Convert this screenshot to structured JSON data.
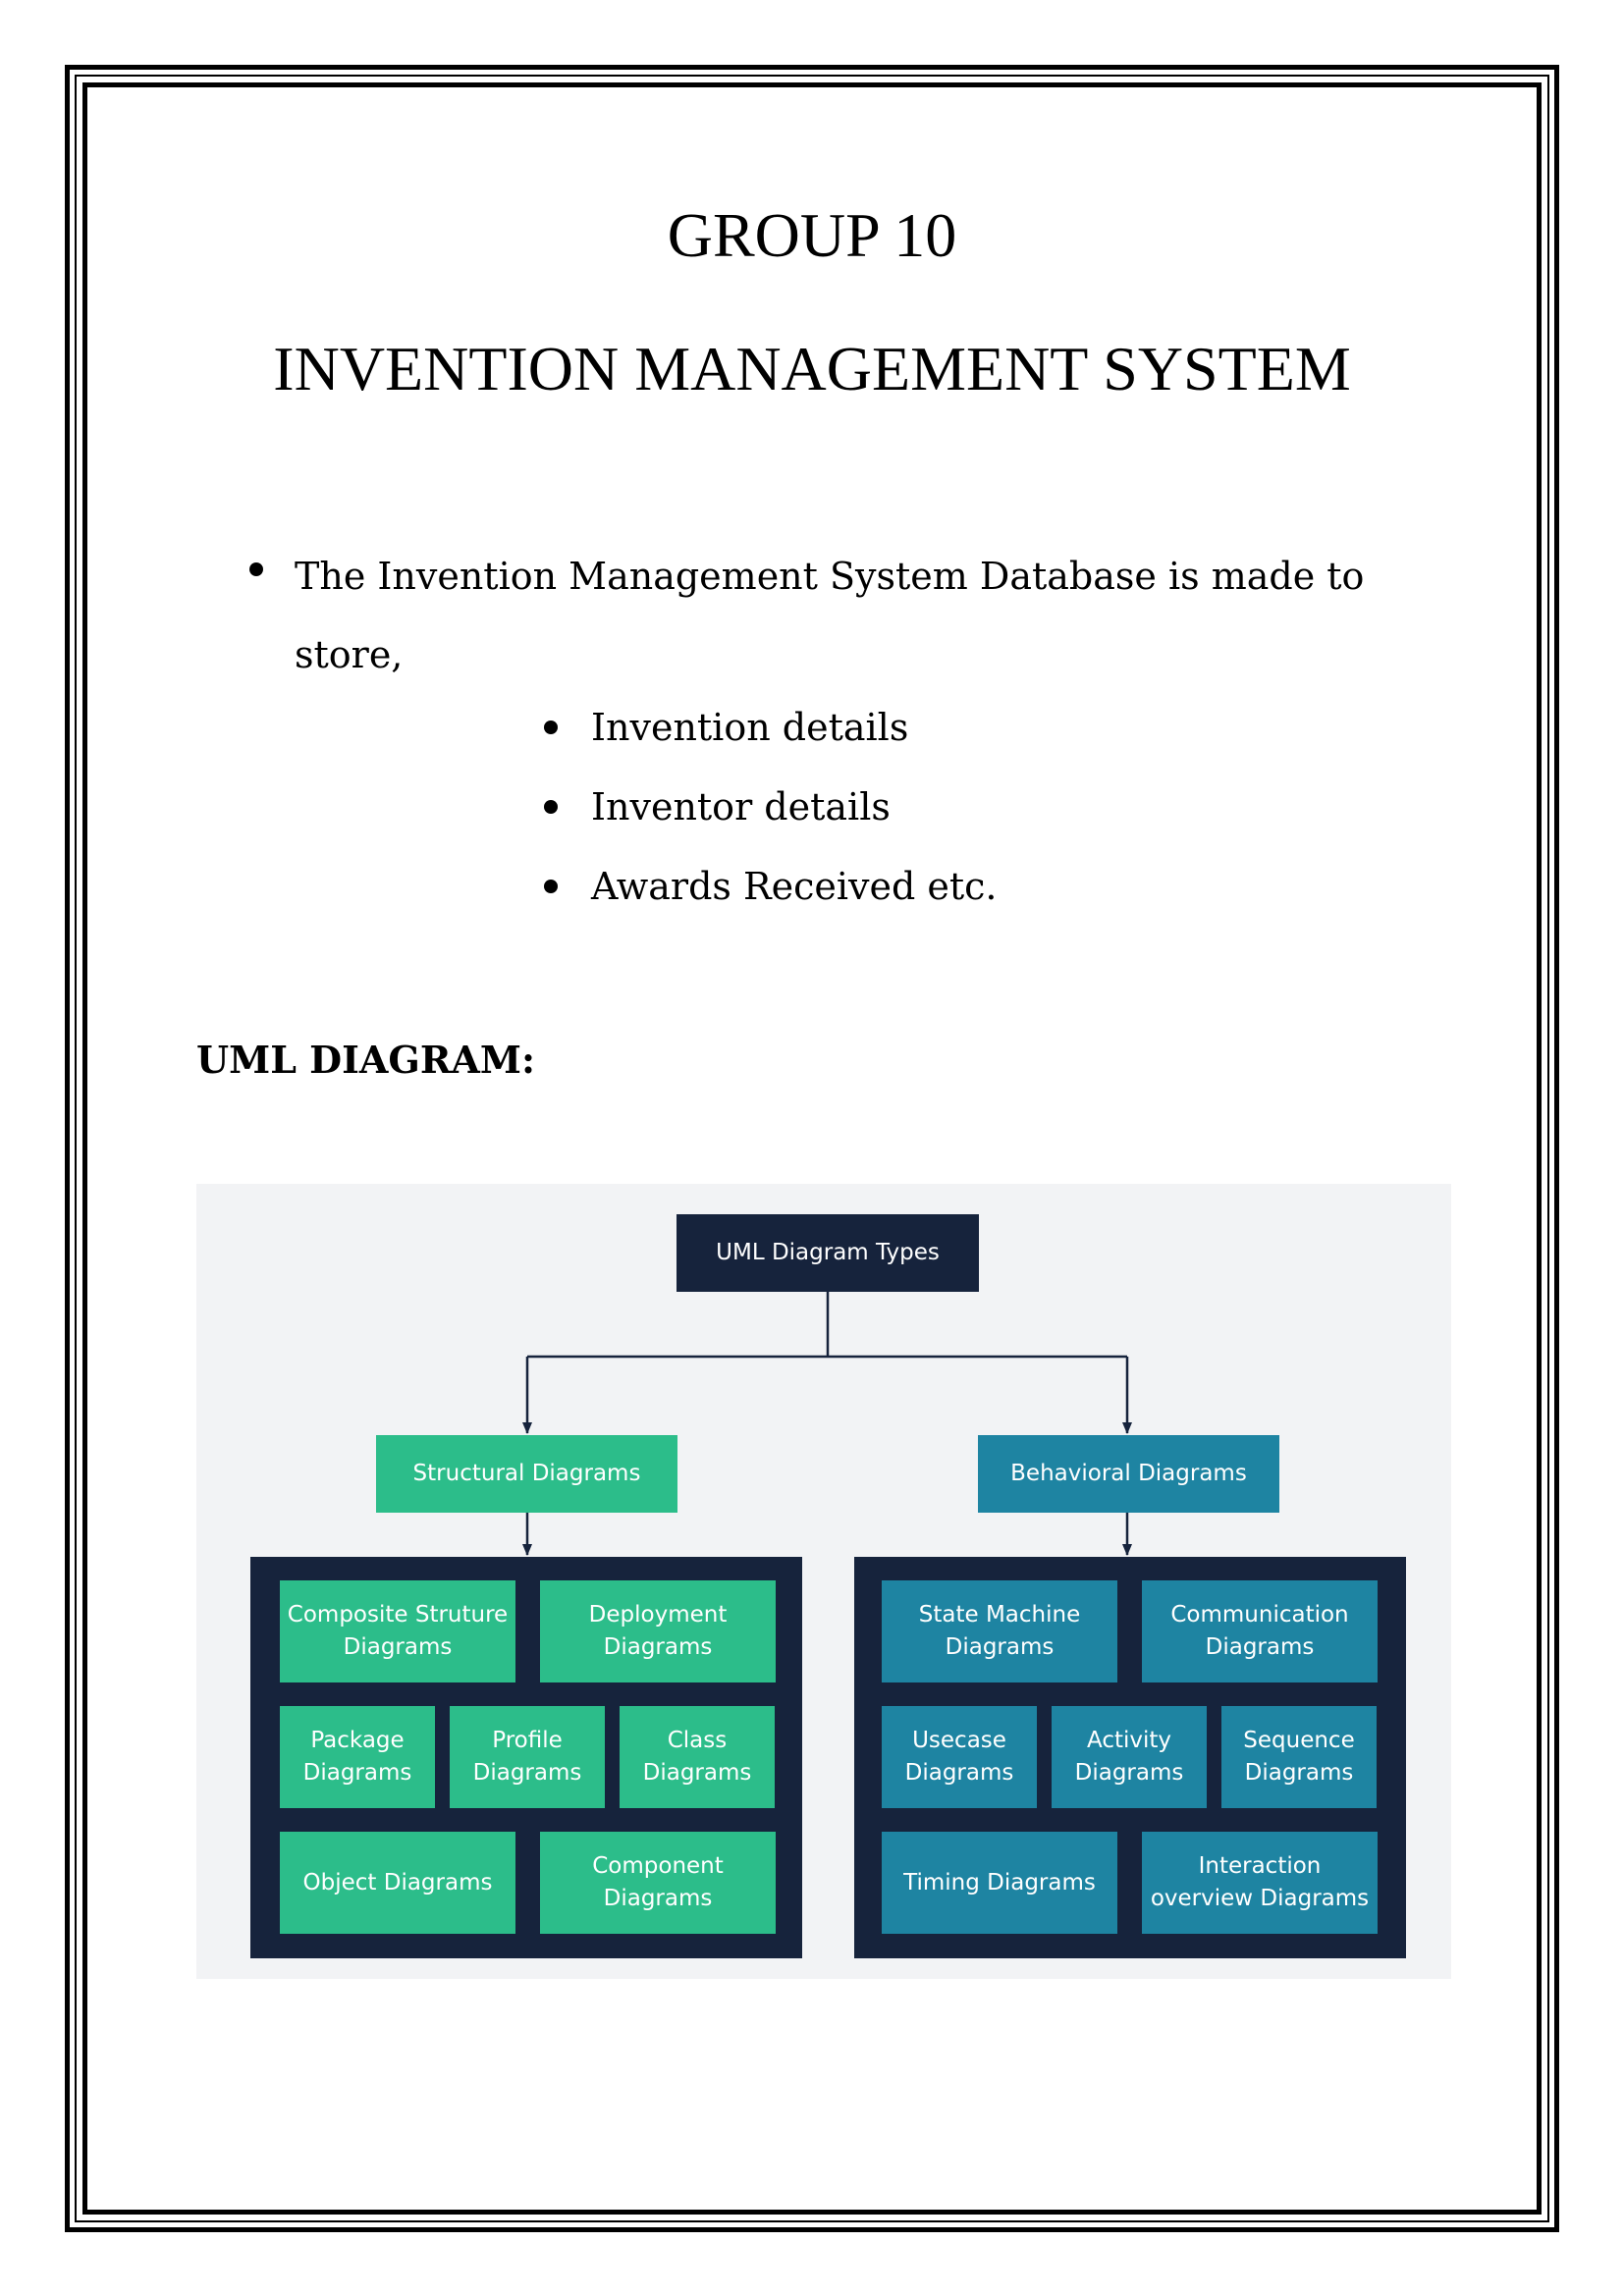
{
  "document": {
    "title_line1": "GROUP 10",
    "title_line2": "INVENTION MANAGEMENT SYSTEM",
    "intro_text": "The Invention Management System Database is made to store,",
    "stored_items": [
      "Invention details",
      "Inventor details",
      "Awards Received etc."
    ],
    "section_heading": "UML DIAGRAM:"
  },
  "diagram": {
    "root": "UML Diagram Types",
    "structural": {
      "label": "Structural Diagrams",
      "items": [
        "Composite Struture Diagrams",
        "Deployment Diagrams",
        "Package Diagrams",
        "Profile Diagrams",
        "Class Diagrams",
        "Object Diagrams",
        "Component Diagrams"
      ]
    },
    "behavioral": {
      "label": "Behavioral Diagrams",
      "items": [
        "State Machine Diagrams",
        "Communication Diagrams",
        "Usecase Diagrams",
        "Activity Diagrams",
        "Sequence Diagrams",
        "Timing Diagrams",
        "Interaction overview Diagrams"
      ]
    },
    "colors": {
      "dark": "#16233c",
      "structural": "#2cbd8a",
      "behavioral": "#1e84a2",
      "background": "#f2f3f5"
    }
  }
}
